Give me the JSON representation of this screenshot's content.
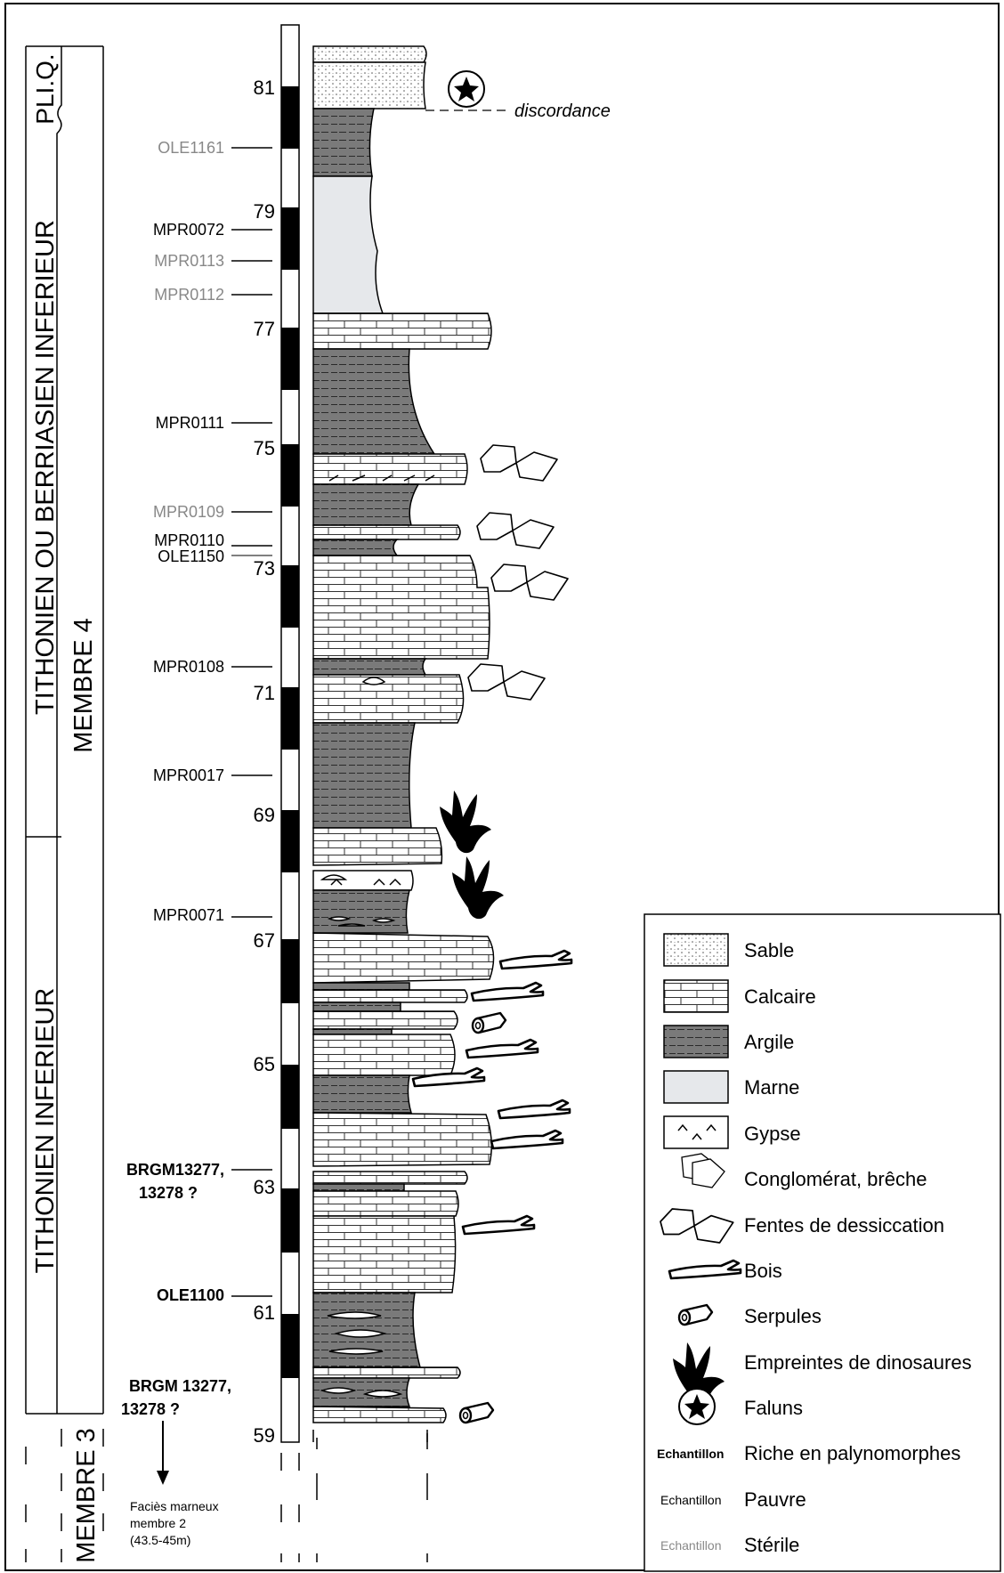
{
  "chrono": {
    "pliq": "PLI.Q.",
    "upper": "TITHONIEN OU BERRIASIEN INFERIEUR",
    "lower": "TITHONIEN INFERIEUR"
  },
  "members": {
    "m4": "MEMBRE 4",
    "m3": "MEMBRE 3"
  },
  "depths": [
    "81",
    "79",
    "77",
    "75",
    "73",
    "71",
    "69",
    "67",
    "65",
    "63",
    "61",
    "59"
  ],
  "samples": {
    "ole1161": "OLE1161",
    "mpr0072": "MPR0072",
    "mpr0113": "MPR0113",
    "mpr0112": "MPR0112",
    "mpr0111": "MPR0111",
    "mpr0109": "MPR0109",
    "mpr0110": "MPR0110",
    "ole1150": "OLE1150",
    "mpr0108": "MPR0108",
    "mpr0017": "MPR0017",
    "mpr0071": "MPR0071",
    "brgm1_line1": "BRGM13277,",
    "brgm1_line2": "13278 ?",
    "ole1100": "OLE1100",
    "brgm2_line1": "BRGM 13277,",
    "brgm2_line2": "13278 ?"
  },
  "annotations": {
    "discordance": "discordance",
    "facies_1": "Faciès marneux",
    "facies_2": "membre 2",
    "facies_3": "(43.5-45m)"
  },
  "legend": {
    "sable": "Sable",
    "calcaire": "Calcaire",
    "argile": "Argile",
    "marne": "Marne",
    "gypse": "Gypse",
    "conglomerat": "Conglomérat, brêche",
    "fentes": "Fentes de dessiccation",
    "bois": "Bois",
    "serpules": "Serpules",
    "empreintes": "Empreintes de dinosaures",
    "faluns": "Faluns",
    "echantillon": "Echantillon",
    "riche": "Riche en palynomorphes",
    "pauvre": "Pauvre",
    "sterile": "Stérile"
  }
}
